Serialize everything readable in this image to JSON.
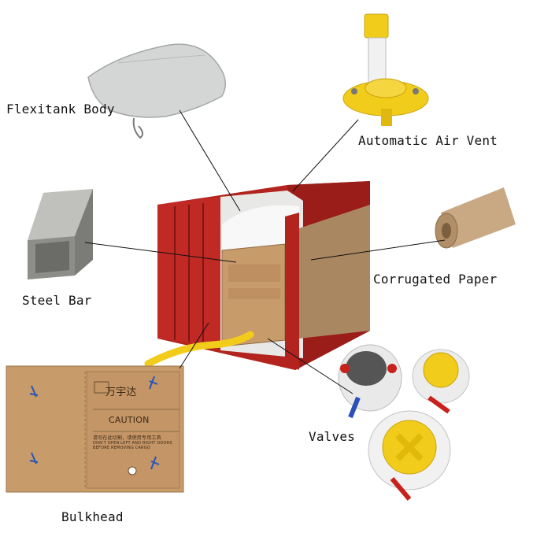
{
  "labels": {
    "flexitank_body": "Flexitank Body",
    "air_vent": "Automatic Air Vent",
    "steel_bar": "Steel Bar",
    "corrugated_paper": "Corrugated Paper",
    "valves": "Valves",
    "bulkhead": "Bulkhead"
  },
  "bulkhead_panel": {
    "brand": "万宇达",
    "caution": "CAUTION",
    "notice_cn": "请勿在此切割，请使用专用工具",
    "notice_en": "DON'T OPEN LEFT AND RIGHT DOORS BEFORE REMOVING CARGO"
  },
  "colors": {
    "container_red": "#b3241f",
    "kraft": "#c89b6b",
    "yellow": "#f2cc1a",
    "steel": "#9a9a96"
  }
}
